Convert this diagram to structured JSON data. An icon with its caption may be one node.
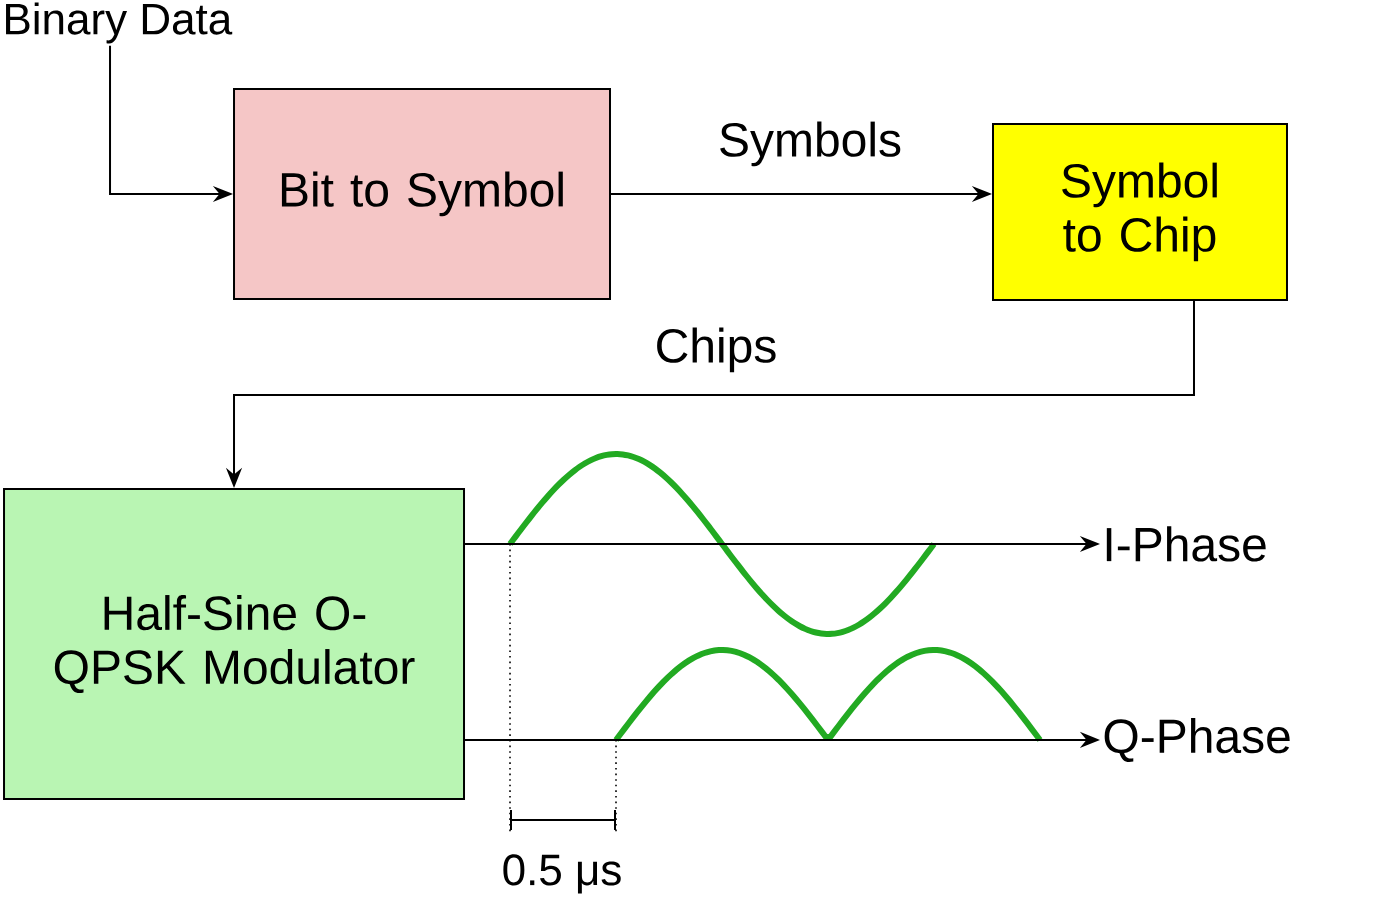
{
  "diagram": {
    "nodes": [
      {
        "text": [
          "Binary Data"
        ]
      },
      {
        "text": [
          "Bit to Symbol"
        ]
      },
      {
        "text": [
          "Symbol to Chip"
        ]
      },
      {
        "text": [
          "Half-Sine O-QPSK Modulator"
        ]
      },
      {
        "text": [
          "I-Phase"
        ]
      },
      {
        "text": [
          "Q-Phase"
        ]
      }
    ],
    "edges": [
      {
        "from": 0,
        "to": 1,
        "arrow": "to"
      },
      {
        "from": 1,
        "to": 2,
        "arrow": "to",
        "label": "Symbols"
      },
      {
        "from": 2,
        "to": 3,
        "arrow": "to",
        "label": "Chips"
      },
      {
        "from": 3,
        "to": 4,
        "arrow": "to"
      },
      {
        "from": 3,
        "to": 5,
        "arrow": "to"
      }
    ],
    "labels": [
      "0.5 μs"
    ]
  }
}
